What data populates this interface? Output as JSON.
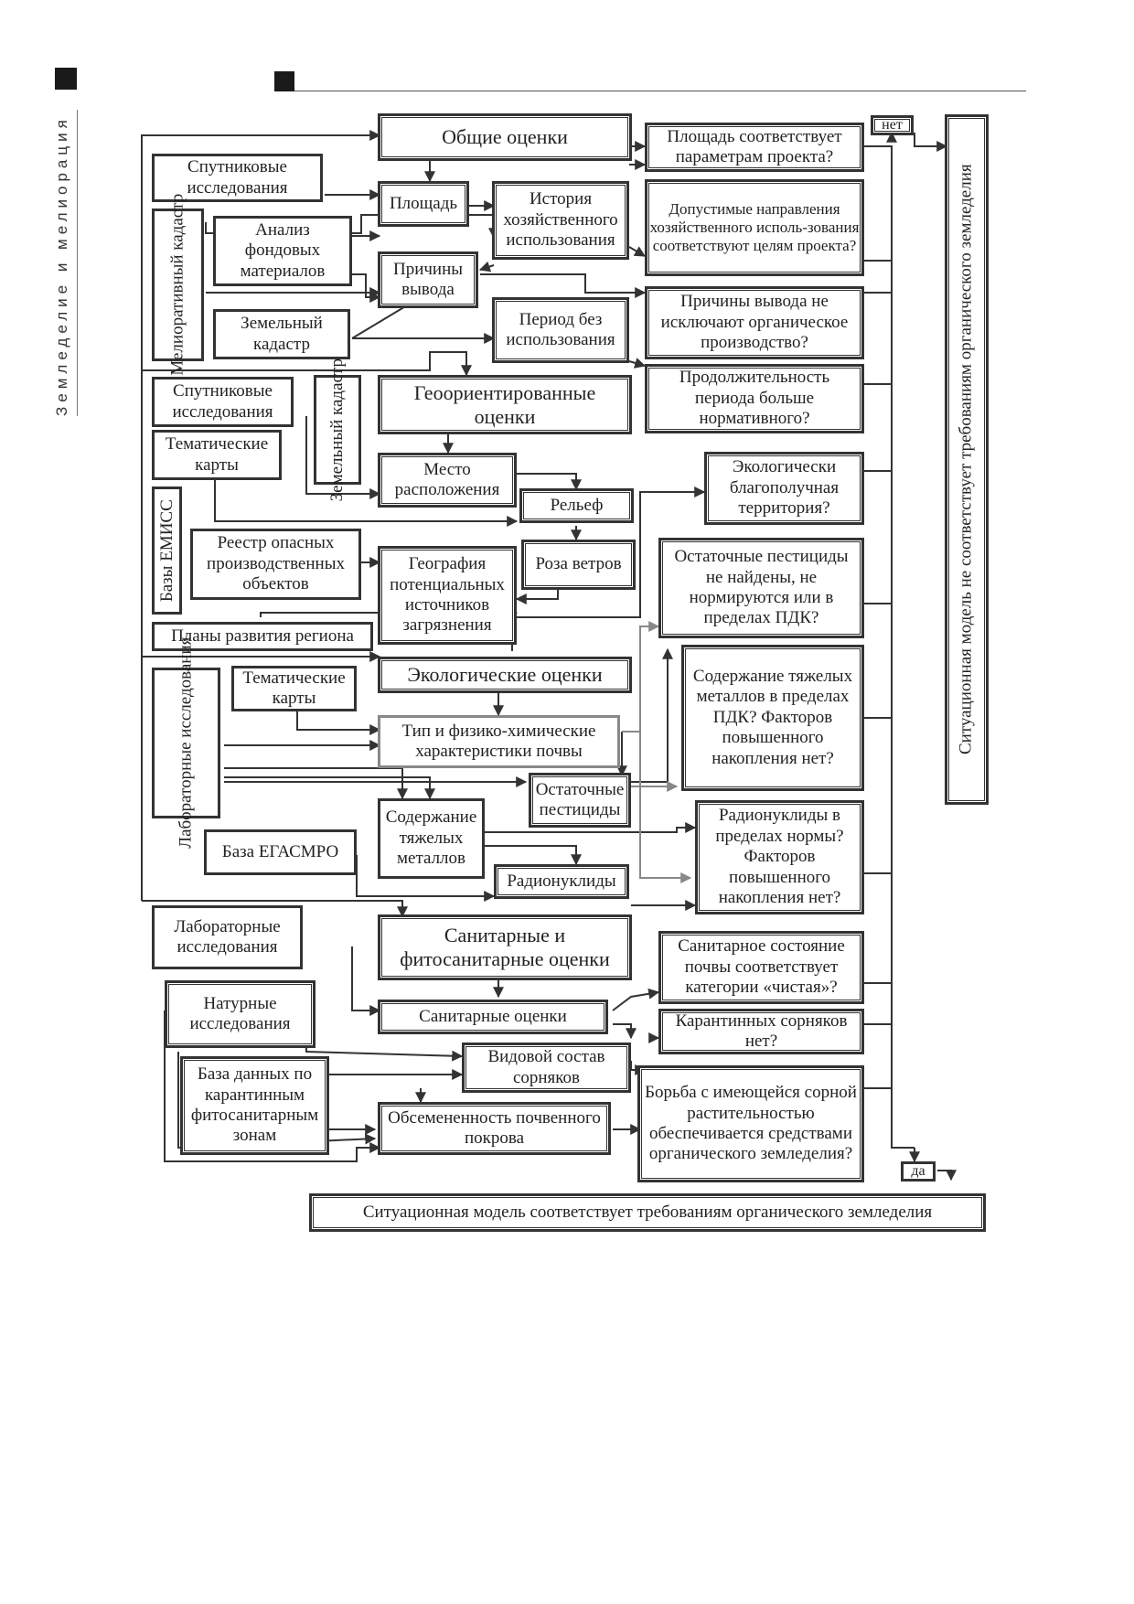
{
  "header": {
    "section": "Земледелие и мелиорация"
  },
  "boxes": {
    "obshchie": "Общие оценки",
    "sputnik1": "Спутниковые исследования",
    "ploshchad": "Площадь",
    "istoriya": "История хозяйственного использования",
    "meliorativny": "Мелиоративный кадастр",
    "analiz": "Анализ фондовых материалов",
    "prichiny": "Причины вывода",
    "zemelny1": "Земельный кадастр",
    "period": "Период без использования",
    "q_ploshchad": "Площадь соответствует параметрам проекта?",
    "q_napravleniya": "Допустимые направления хозяйственного исполь-зования соответствуют целям проекта?",
    "q_prichiny": "Причины вывода не исключают органическое производство?",
    "q_period": "Продолжительность периода больше нормативного?",
    "sputnik2": "Спутниковые исследования",
    "zemelny2": "Земельный кадастр",
    "geo": "Геоориентированные оценки",
    "tematich1": "Тематические карты",
    "mesto": "Место расположения",
    "relef": "Рельеф",
    "bazy_emiss": "Базы ЕМИСС",
    "reestr": "Реестр опасных производственных объектов",
    "geografiya": "География потенциальных источников загрязнения",
    "roza": "Роза ветров",
    "plany": "Планы развития региона",
    "q_ekolog": "Экологически благополучная территория?",
    "q_pesticidy": "Остаточные пестициды не найдены, не нормируются или в пределах ПДК?",
    "ekolog": "Экологические оценки",
    "lab1": "Лабораторные исследования",
    "tematich2": "Тематические карты",
    "tip": "Тип и физико-химические характеристики почвы",
    "ostatochnye": "Остаточные пестициды",
    "soderzhanie": "Содержание тяжелых металлов",
    "egasmro": "База ЕГАСМРО",
    "radionuklidy": "Радионуклиды",
    "q_metally": "Содержание тяжелых металлов в пределах ПДК? Факторов повышенного накопления нет?",
    "q_radio": "Радионуклиды в пределах нормы? Факторов повышенного накопления нет?",
    "lab2": "Лабораторные исследования",
    "sanitarnye_big": "Санитарные и фитосанитарные оценки",
    "naturnye": "Натурные исследования",
    "sanitarnye": "Санитарные оценки",
    "vidovoy": "Видовой состав сорняков",
    "baza_karantin": "База данных по карантинным фитосанитарным зонам",
    "obsemenennost": "Обсемененность почвенного покрова",
    "q_sanitar": "Санитарное состояние почвы соответствует категории «чистая»?",
    "q_karantin": "Карантинных сорняков нет?",
    "q_borba": "Борьба с имеющейся сорной растительностью обеспечивается средствами органического земледелия?",
    "net": "нет",
    "da": "да",
    "fail": "Ситуационная модель не соответствует требованиям органического земледелия",
    "ok": "Ситуационная модель соответствует требованиям органического земледелия"
  }
}
